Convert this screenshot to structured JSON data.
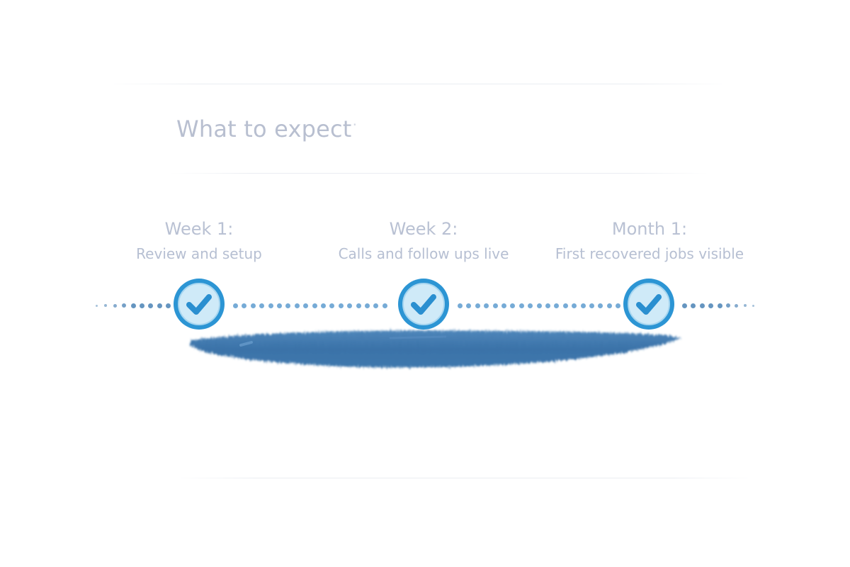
{
  "heading": {
    "title": "What to expect",
    "trailing_mark": "·"
  },
  "timeline": {
    "milestones": [
      {
        "title": "Week 1:",
        "description": "Review and setup",
        "status": "complete",
        "icon": "check-circle-icon"
      },
      {
        "title": "Week 2:",
        "description": "Calls and follow ups live",
        "status": "complete",
        "icon": "check-circle-icon"
      },
      {
        "title": "Month 1:",
        "description": "First recovered jobs visible",
        "status": "complete",
        "icon": "check-circle-icon"
      }
    ],
    "colors": {
      "check_ring": "#2c95d4",
      "check_fill": "#cfeaf8",
      "check_mark": "#2a8fd0",
      "dots": "#6fa6d4",
      "brush": "#3a72a8",
      "text": "#b8bfd0"
    }
  }
}
